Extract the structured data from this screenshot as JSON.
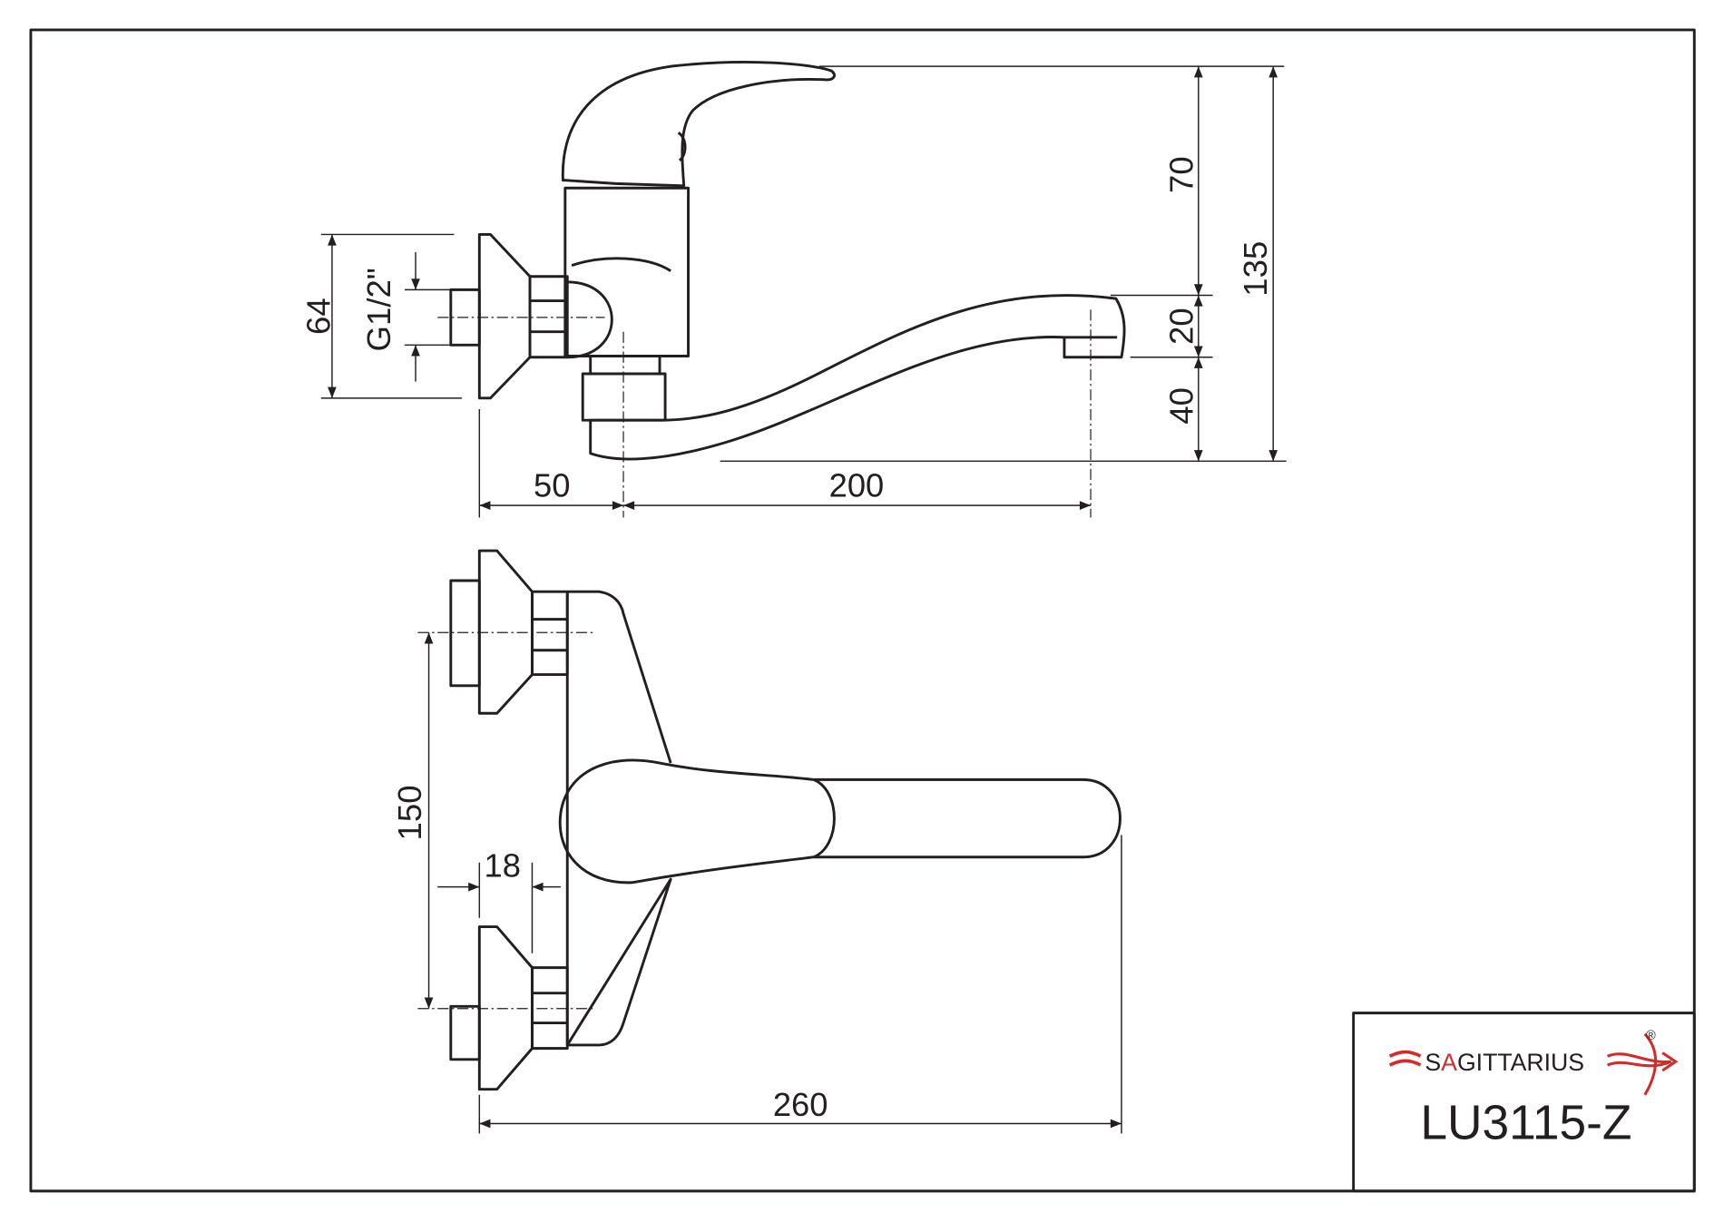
{
  "dimensions": {
    "handle_height": "70",
    "spout_height": "20",
    "spout_clearance": "40",
    "total_height": "135",
    "flange_diameter": "64",
    "thread": "G1/2\"",
    "wall_offset": "50",
    "spout_reach": "200",
    "inlet_spacing": "150",
    "connector_width": "18",
    "total_length": "260"
  },
  "title_block": {
    "brand_pre": "S",
    "brand_accent": "A",
    "brand_post": "GITTARIUS",
    "registered": "®",
    "model": "LU3115-Z"
  },
  "colors": {
    "line": "#231f20",
    "brand_red": "#d42a2a"
  }
}
